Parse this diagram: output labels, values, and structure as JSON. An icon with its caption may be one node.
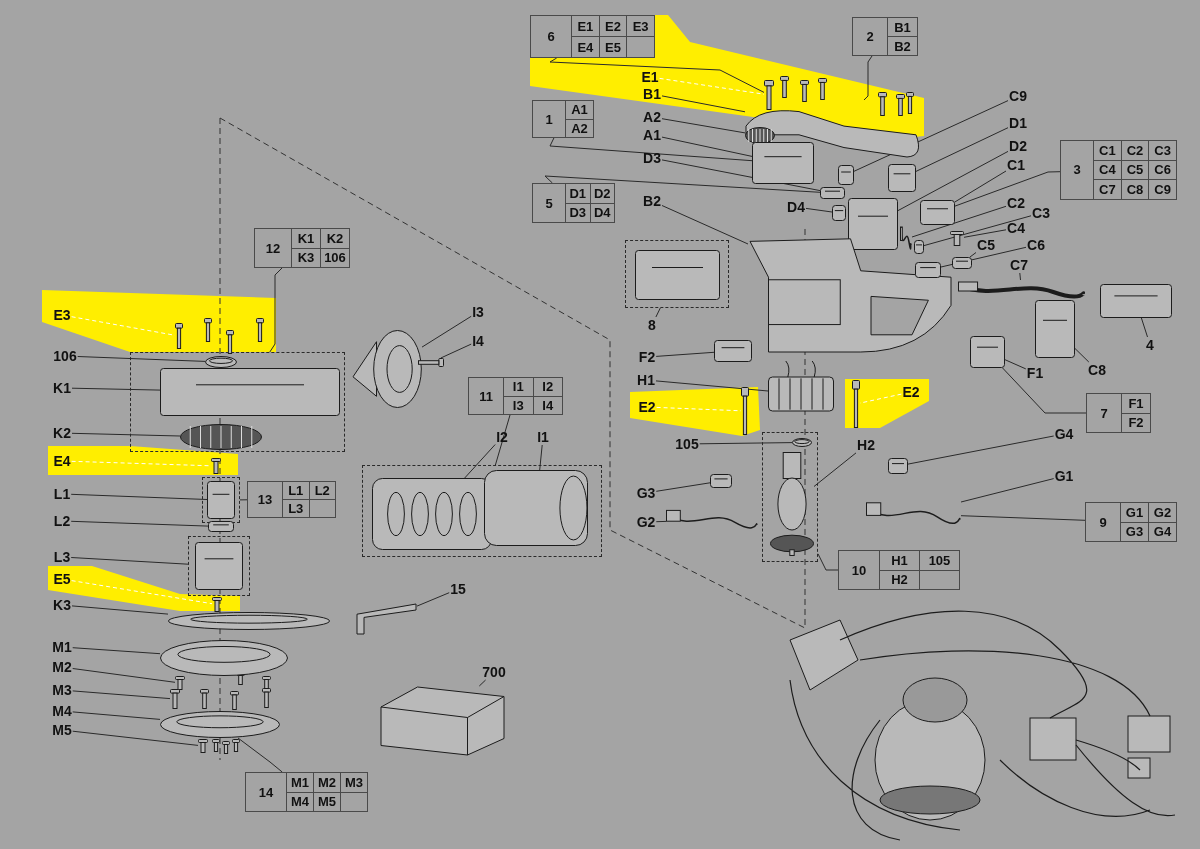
{
  "diagram": {
    "nodes": [
      {
        "text": [
          "6",
          "E1",
          "E2",
          "E3",
          "E4",
          "E5"
        ]
      },
      {
        "text": [
          "2",
          "B1",
          "B2"
        ]
      },
      {
        "text": [
          "E1"
        ]
      },
      {
        "text": [],
        "shape": "picture"
      },
      {
        "text": [
          "B1"
        ]
      },
      {
        "text": [],
        "shape": "picture"
      },
      {
        "text": [
          "1",
          "A1",
          "A2"
        ]
      },
      {
        "text": [
          "A2"
        ]
      },
      {
        "text": [],
        "shape": "picture"
      },
      {
        "text": [
          "A1"
        ]
      },
      {
        "text": [],
        "shape": "picture"
      },
      {
        "text": [
          "C9"
        ]
      },
      {
        "text": [],
        "shape": "picture"
      },
      {
        "text": [
          "D1"
        ]
      },
      {
        "text": [],
        "shape": "picture"
      },
      {
        "text": [
          "D2"
        ]
      },
      {
        "text": [],
        "shape": "picture"
      },
      {
        "text": [
          "C1"
        ]
      },
      {
        "text": [],
        "shape": "picture"
      },
      {
        "text": [
          "D3"
        ]
      },
      {
        "text": [],
        "shape": "picture"
      },
      {
        "text": [
          "3",
          "C1",
          "C2",
          "C3",
          "C4",
          "C5",
          "C6",
          "C7",
          "C8",
          "C9"
        ]
      },
      {
        "text": [
          "5",
          "D1",
          "D2",
          "D3",
          "D4"
        ]
      },
      {
        "text": [
          "C2"
        ]
      },
      {
        "text": [],
        "shape": "picture"
      },
      {
        "text": [
          "C3"
        ]
      },
      {
        "text": [],
        "shape": "picture"
      },
      {
        "text": [
          "D4"
        ]
      },
      {
        "text": [],
        "shape": "picture"
      },
      {
        "text": [
          "B2"
        ]
      },
      {
        "text": [],
        "shape": "picture"
      },
      {
        "text": [
          "C4"
        ]
      },
      {
        "text": [],
        "shape": "picture"
      },
      {
        "text": [
          "C5"
        ]
      },
      {
        "text": [],
        "shape": "picture"
      },
      {
        "text": [
          "C6"
        ]
      },
      {
        "text": [],
        "shape": "picture"
      },
      {
        "text": [
          "C7"
        ]
      },
      {
        "text": [],
        "shape": "picture"
      },
      {
        "text": [],
        "shape": "box"
      },
      {
        "text": [],
        "shape": "picture",
        "in": 39
      },
      {
        "text": [
          "8"
        ]
      },
      {
        "text": [
          "4"
        ]
      },
      {
        "text": [],
        "shape": "picture"
      },
      {
        "text": [
          "C8"
        ]
      },
      {
        "text": [],
        "shape": "picture"
      },
      {
        "text": [
          "F2"
        ]
      },
      {
        "text": [],
        "shape": "picture"
      },
      {
        "text": [
          "F1"
        ]
      },
      {
        "text": [],
        "shape": "picture"
      },
      {
        "text": [
          "7",
          "F1",
          "F2"
        ]
      },
      {
        "text": [
          "H1"
        ]
      },
      {
        "text": [],
        "shape": "picture"
      },
      {
        "text": [
          "E2"
        ]
      },
      {
        "text": [],
        "shape": "picture"
      },
      {
        "text": [
          "E2"
        ]
      },
      {
        "text": [],
        "shape": "picture"
      },
      {
        "text": [
          "105"
        ]
      },
      {
        "text": [],
        "shape": "box"
      },
      {
        "text": [],
        "shape": "picture",
        "in": 58
      },
      {
        "text": [],
        "shape": "picture",
        "in": 58
      },
      {
        "text": [
          "H2"
        ]
      },
      {
        "text": [
          "G4"
        ]
      },
      {
        "text": [],
        "shape": "picture"
      },
      {
        "text": [
          "G3"
        ]
      },
      {
        "text": [],
        "shape": "picture"
      },
      {
        "text": [
          "G1"
        ]
      },
      {
        "text": [],
        "shape": "picture"
      },
      {
        "text": [
          "9",
          "G1",
          "G2",
          "G3",
          "G4"
        ]
      },
      {
        "text": [
          "G2"
        ]
      },
      {
        "text": [],
        "shape": "picture"
      },
      {
        "text": [
          "10",
          "H1",
          "105",
          "H2"
        ]
      },
      {
        "text": [
          "12",
          "K1",
          "K2",
          "K3",
          "106"
        ]
      },
      {
        "text": [
          "I3"
        ]
      },
      {
        "text": [],
        "shape": "picture"
      },
      {
        "text": [
          "I4"
        ]
      },
      {
        "text": [],
        "shape": "picture"
      },
      {
        "text": [
          "E3"
        ]
      },
      {
        "text": [],
        "shape": "picture"
      },
      {
        "text": [
          "106"
        ]
      },
      {
        "text": [],
        "shape": "box"
      },
      {
        "text": [],
        "shape": "picture",
        "in": 80
      },
      {
        "text": [],
        "shape": "picture",
        "in": 80
      },
      {
        "text": [
          "K1"
        ]
      },
      {
        "text": [
          "11",
          "I1",
          "I2",
          "I3",
          "I4"
        ]
      },
      {
        "text": [
          "K2"
        ]
      },
      {
        "text": [],
        "shape": "picture",
        "in": 80
      },
      {
        "text": [
          "I2"
        ]
      },
      {
        "text": [
          "I1"
        ]
      },
      {
        "text": [],
        "shape": "box"
      },
      {
        "text": [],
        "shape": "picture",
        "in": 89
      },
      {
        "text": [],
        "shape": "picture",
        "in": 89
      },
      {
        "text": [
          "E4"
        ]
      },
      {
        "text": [],
        "shape": "picture"
      },
      {
        "text": [
          "L1"
        ]
      },
      {
        "text": [],
        "shape": "box"
      },
      {
        "text": [],
        "shape": "picture",
        "in": 95
      },
      {
        "text": [
          "13",
          "L1",
          "L2",
          "L3"
        ]
      },
      {
        "text": [
          "L2"
        ]
      },
      {
        "text": [],
        "shape": "picture"
      },
      {
        "text": [
          "L3"
        ]
      },
      {
        "text": [],
        "shape": "box"
      },
      {
        "text": [],
        "shape": "picture",
        "in": 101
      },
      {
        "text": [
          "E5"
        ]
      },
      {
        "text": [],
        "shape": "picture"
      },
      {
        "text": [
          "15"
        ]
      },
      {
        "text": [],
        "shape": "picture"
      },
      {
        "text": [
          "K3"
        ]
      },
      {
        "text": [],
        "shape": "picture"
      },
      {
        "text": [
          "M1"
        ]
      },
      {
        "text": [],
        "shape": "picture"
      },
      {
        "text": [
          "M2"
        ]
      },
      {
        "text": [],
        "shape": "picture"
      },
      {
        "text": [
          "700"
        ]
      },
      {
        "text": [],
        "shape": "picture"
      },
      {
        "text": [
          "M3"
        ]
      },
      {
        "text": [],
        "shape": "picture"
      },
      {
        "text": [
          "M4"
        ]
      },
      {
        "text": [],
        "shape": "picture"
      },
      {
        "text": [
          "M5"
        ]
      },
      {
        "text": [],
        "shape": "picture"
      },
      {
        "text": [
          "14",
          "M1",
          "M2",
          "M3",
          "M4",
          "M5"
        ]
      }
    ],
    "edges": [
      {
        "from": 2,
        "to": 3,
        "arrow": "none",
        "style": "dashed",
        "color": "#ffffff"
      },
      {
        "from": 0,
        "to": 3,
        "arrow": "none"
      },
      {
        "from": 1,
        "to": 5,
        "arrow": "none"
      },
      {
        "from": 4,
        "to": 5,
        "arrow": "none"
      },
      {
        "from": 7,
        "to": 8,
        "arrow": "none"
      },
      {
        "from": 9,
        "to": 10,
        "arrow": "none"
      },
      {
        "from": 6,
        "to": 10,
        "arrow": "none"
      },
      {
        "from": 11,
        "to": 12,
        "arrow": "none"
      },
      {
        "from": 13,
        "to": 14,
        "arrow": "none"
      },
      {
        "from": 15,
        "to": 16,
        "arrow": "none"
      },
      {
        "from": 17,
        "to": 18,
        "arrow": "none"
      },
      {
        "from": 21,
        "to": 18,
        "arrow": "none"
      },
      {
        "from": 19,
        "to": 20,
        "arrow": "none"
      },
      {
        "from": 22,
        "to": 20,
        "arrow": "none"
      },
      {
        "from": 23,
        "to": 24,
        "arrow": "none"
      },
      {
        "from": 25,
        "to": 26,
        "arrow": "none"
      },
      {
        "from": 27,
        "to": 28,
        "arrow": "none"
      },
      {
        "from": 29,
        "to": 30,
        "arrow": "none"
      },
      {
        "from": 31,
        "to": 32,
        "arrow": "none"
      },
      {
        "from": 33,
        "to": 34,
        "arrow": "none"
      },
      {
        "from": 35,
        "to": 36,
        "arrow": "none"
      },
      {
        "from": 37,
        "to": 38,
        "arrow": "none"
      },
      {
        "from": 41,
        "to": 39,
        "arrow": "none"
      },
      {
        "from": 42,
        "to": 43,
        "arrow": "none"
      },
      {
        "from": 44,
        "to": 45,
        "arrow": "none"
      },
      {
        "from": 46,
        "to": 47,
        "arrow": "none"
      },
      {
        "from": 48,
        "to": 49,
        "arrow": "none"
      },
      {
        "from": 50,
        "to": 49,
        "arrow": "none"
      },
      {
        "from": 51,
        "to": 52,
        "arrow": "none"
      },
      {
        "from": 53,
        "to": 54,
        "arrow": "none",
        "style": "dashed",
        "color": "#ffffff"
      },
      {
        "from": 55,
        "to": 56,
        "arrow": "none",
        "style": "dashed",
        "color": "#ffffff"
      },
      {
        "from": 57,
        "to": 59,
        "arrow": "none"
      },
      {
        "from": 61,
        "to": 60,
        "arrow": "none"
      },
      {
        "from": 62,
        "to": 63,
        "arrow": "none"
      },
      {
        "from": 64,
        "to": 65,
        "arrow": "none"
      },
      {
        "from": 66,
        "to": 67,
        "arrow": "none"
      },
      {
        "from": 68,
        "to": 67,
        "arrow": "none"
      },
      {
        "from": 69,
        "to": 70,
        "arrow": "none"
      },
      {
        "from": 71,
        "to": 58,
        "arrow": "none"
      },
      {
        "from": 72,
        "to": 80,
        "arrow": "none"
      },
      {
        "from": 73,
        "to": 74,
        "arrow": "none"
      },
      {
        "from": 75,
        "to": 76,
        "arrow": "none"
      },
      {
        "from": 77,
        "to": 78,
        "arrow": "none",
        "style": "dashed",
        "color": "#ffffff"
      },
      {
        "from": 79,
        "to": 81,
        "arrow": "none"
      },
      {
        "from": 83,
        "to": 82,
        "arrow": "none"
      },
      {
        "from": 84,
        "to": 89,
        "arrow": "none"
      },
      {
        "from": 85,
        "to": 86,
        "arrow": "none"
      },
      {
        "from": 87,
        "to": 90,
        "arrow": "none"
      },
      {
        "from": 88,
        "to": 91,
        "arrow": "none"
      },
      {
        "from": 92,
        "to": 93,
        "arrow": "none",
        "style": "dashed",
        "color": "#ffffff"
      },
      {
        "from": 94,
        "to": 96,
        "arrow": "none"
      },
      {
        "from": 97,
        "to": 95,
        "arrow": "none"
      },
      {
        "from": 98,
        "to": 99,
        "arrow": "none"
      },
      {
        "from": 100,
        "to": 101,
        "arrow": "none"
      },
      {
        "from": 103,
        "to": 104,
        "arrow": "none",
        "style": "dashed",
        "color": "#ffffff"
      },
      {
        "from": 105,
        "to": 106,
        "arrow": "none"
      },
      {
        "from": 107,
        "to": 108,
        "arrow": "none"
      },
      {
        "from": 109,
        "to": 110,
        "arrow": "none"
      },
      {
        "from": 111,
        "to": 112,
        "arrow": "none"
      },
      {
        "from": 113,
        "to": 114,
        "arrow": "none"
      },
      {
        "from": 115,
        "to": 116,
        "arrow": "none"
      },
      {
        "from": 117,
        "to": 118,
        "arrow": "none"
      },
      {
        "from": 119,
        "to": 120,
        "arrow": "none"
      },
      {
        "from": 121,
        "to": 118,
        "arrow": "none"
      }
    ]
  }
}
